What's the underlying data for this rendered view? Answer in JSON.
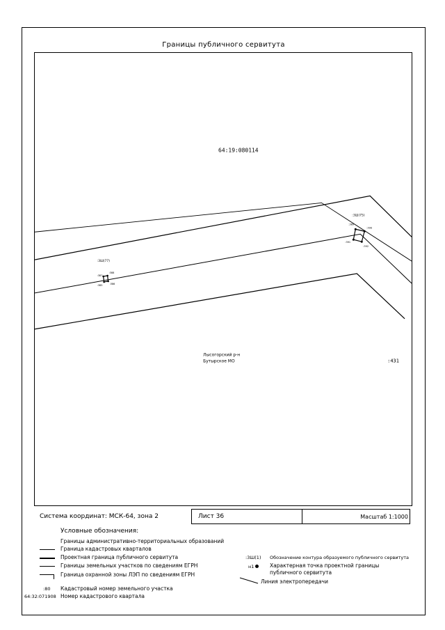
{
  "page": {
    "title": "Границы публичного сервитута"
  },
  "map": {
    "quarter_number": "64:19:080114",
    "district_line1": "Лысогорский р-н",
    "district_line2": "Бутырское МО",
    "right_label": ":431",
    "contour_left": ":3Ш(77)",
    "contour_right": ":3Ш(75)",
    "points_left": [
      ":387",
      ":388",
      ":386",
      ":385"
    ],
    "points_right": [
      ":389",
      ":390",
      ":392",
      ":391"
    ]
  },
  "stamp": {
    "coord_system": "Система координат: МСК-64, зона 2",
    "sheet": "Лист 36",
    "scale": "Масштаб 1:1000"
  },
  "legend": {
    "heading": "Условные обозначения:",
    "items_left": [
      "Границы административно-территориальных образований",
      "Граница кадастровых кварталов",
      "Проектная граница публичного сервитута",
      "Границы земельных участков по сведениям ЕГРН",
      "Граница охранной зоны ЛЭП по сведениям ЕГРН"
    ],
    "parcel_code": ":80",
    "parcel_desc": "Кадастровый номер земельного участка",
    "quarter_code": "64:32:071908",
    "quarter_desc": "Номер кадастрового квартала",
    "contour_code": ":3Ш(1)",
    "contour_desc": "Обозначение контура образуемого публичного сервитута",
    "point_code": "н1",
    "point_desc_line1": "Характерная точка проектной границы",
    "point_desc_line2": "публичного сервитута",
    "powerline_desc": "Линия электропередачи"
  }
}
